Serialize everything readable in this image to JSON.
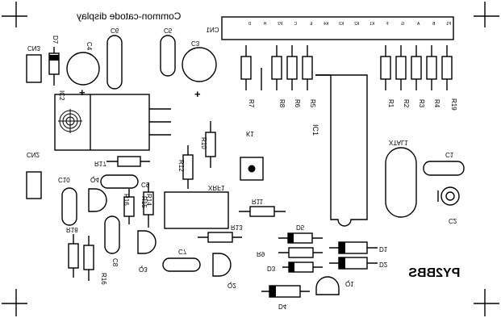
{
  "title": "Common-catode display",
  "brand": "PY2BBS",
  "connector": {
    "name": "CN1",
    "pins": [
      "P1",
      "B",
      "A",
      "G",
      "F",
      "K1",
      "K2",
      "K3",
      "K4",
      "E",
      "C",
      "P2",
      "H",
      "D"
    ]
  },
  "labels": {
    "cn3": "CN3",
    "d7": "D7",
    "ic2": "IC2",
    "cn2": "CN2",
    "c4": "C4",
    "c6": "C6",
    "c5": "C5",
    "c3": "C3",
    "c10": "C10",
    "c9": "C9",
    "c8": "C8",
    "c7": "C7",
    "c1": "C1",
    "c2": "C2",
    "q4": "Q4",
    "q3": "Q3",
    "q2": "Q2",
    "q1": "Q1",
    "r17": "R17",
    "r18": "R18",
    "r16": "R16",
    "r15": "R15",
    "r14": "R14",
    "r12": "R12",
    "r10": "R10",
    "r11": "R11",
    "r13": "R13",
    "r9": "R9",
    "r7": "R7",
    "r8": "R8",
    "r6": "R6",
    "r5": "R5",
    "r1": "R1",
    "r2": "R2",
    "r3": "R3",
    "r4": "R4",
    "r19": "R19",
    "k1": "K1",
    "ic1": "IC1",
    "xrf1": "XRF1",
    "xtal1": "XTAL1",
    "d5": "D5",
    "d3": "D3",
    "d4": "D4",
    "d1": "D1",
    "d2": "D2",
    "plus_c4": "+",
    "plus_c3": "+"
  }
}
